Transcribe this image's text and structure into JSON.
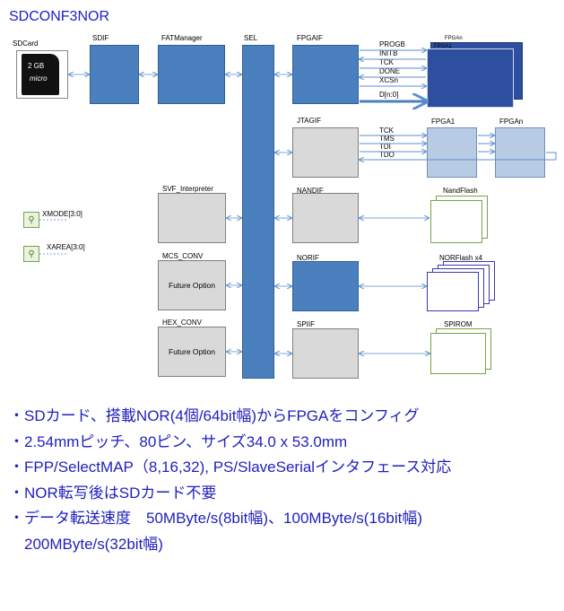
{
  "title": "SDCONF3NOR",
  "blocks": {
    "sdcard": "SDCard",
    "sdif": "SDIF",
    "fatmanager": "FATManager",
    "sel": "SEL",
    "fpgaif": "FPGAIF",
    "jtagif": "JTAGIF",
    "nandif": "NANDIF",
    "norif": "NORIF",
    "spiif": "SPIIF",
    "svf": "SVF_Interpreter",
    "mcs": "MCS_CONV",
    "hex": "HEX_CONV",
    "future": "Future Option",
    "fpga1": "FPGA1",
    "fpgan": "FPGAn",
    "nandflash": "NandFlash",
    "norflash": "NORFlash x4",
    "spirom": "SPIROM",
    "xmode": "XMODE[3:0]",
    "xarea": "XAREA[3:0]"
  },
  "sdcard_text": {
    "size": "2 GB",
    "brand": "micro"
  },
  "fpgaif_signals": [
    "PROGB",
    "INITB",
    "TCK",
    "DONE",
    "XCSn",
    "D[n:0]"
  ],
  "jtag_signals": [
    "TCK",
    "TMS",
    "TDI",
    "TDO"
  ],
  "bullets": [
    "・SDカード、搭載NOR(4個/64bit幅)からFPGAをコンフィグ",
    "・2.54mmピッチ、80ピン、サイズ34.0 x 53.0mm",
    "・FPP/SelectMAP（8,16,32), PS/SlaveSerialインタフェース対応",
    "・NOR転写後はSDカード不要",
    "・データ転送速度　50MByte/s(8bit幅)、100MByte/s(16bit幅)",
    "　200MByte/s(32bit幅)"
  ],
  "colors": {
    "blue_block": "#4a80bd",
    "gray_block": "#d9d9d9",
    "light_block": "#b8cbe4",
    "dark_fpga": "#2e4fa0",
    "text_blue": "#1f1fbf",
    "wire": "#7fa7d6"
  }
}
